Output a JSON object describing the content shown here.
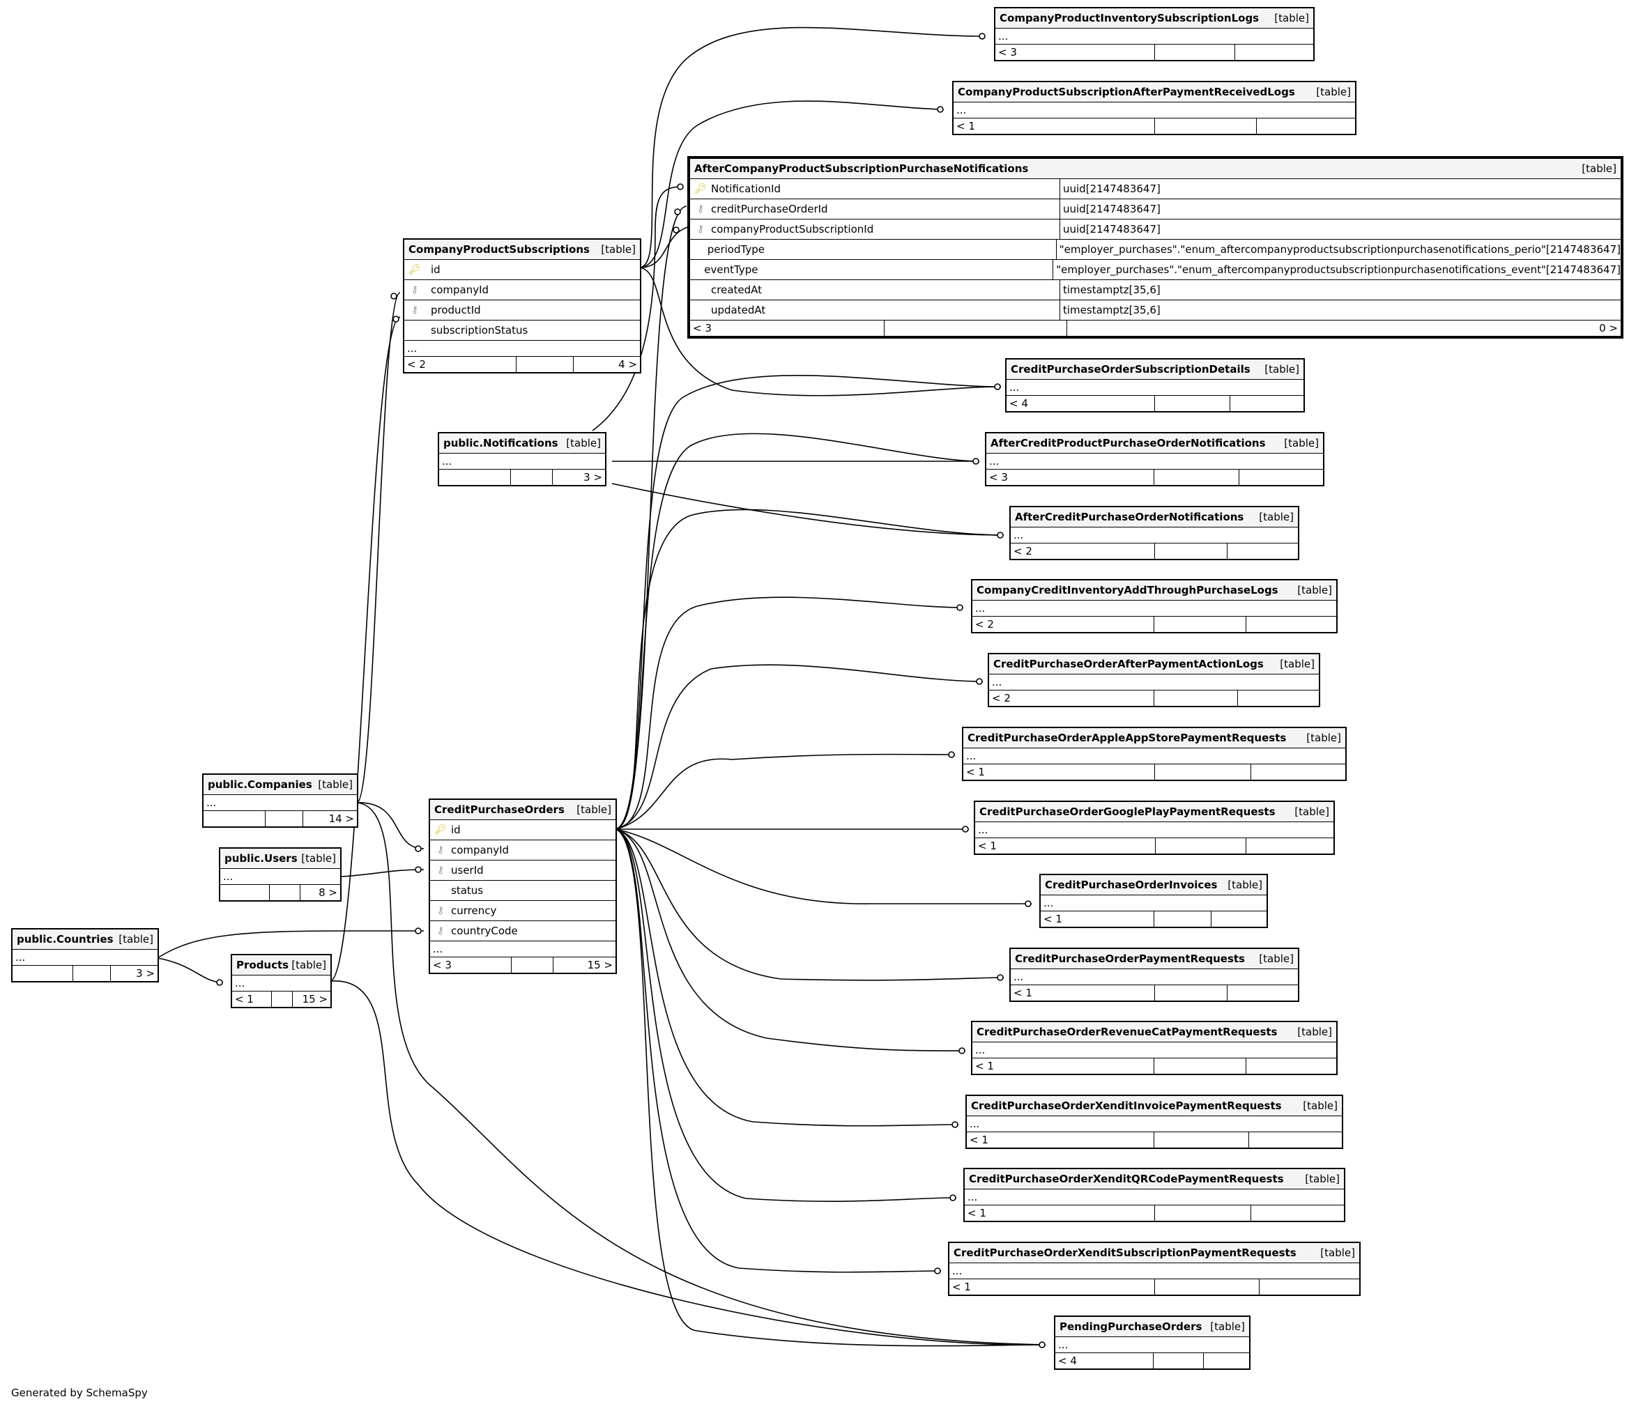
{
  "footer": "Generated by SchemaSpy",
  "tag": "[table]",
  "ellipsis": "...",
  "tables": {
    "cpisl": {
      "name": "CompanyProductInventorySubscriptionLogs",
      "prev": "< 3",
      "next": ""
    },
    "cpsaprl": {
      "name": "CompanyProductSubscriptionAfterPaymentReceivedLogs",
      "prev": "< 1",
      "next": ""
    },
    "acpspn": {
      "name": "AfterCompanyProductSubscriptionPurchaseNotifications",
      "prev": "< 3",
      "next": "0 >",
      "columns": [
        {
          "name": "NotificationId",
          "type": "uuid[2147483647]"
        },
        {
          "name": "creditPurchaseOrderId",
          "type": "uuid[2147483647]"
        },
        {
          "name": "companyProductSubscriptionId",
          "type": "uuid[2147483647]"
        },
        {
          "name": "periodType",
          "type": "\"employer_purchases\".\"enum_aftercompanyproductsubscriptionpurchasenotifications_perio\"[2147483647]"
        },
        {
          "name": "eventType",
          "type": "\"employer_purchases\".\"enum_aftercompanyproductsubscriptionpurchasenotifications_event\"[2147483647]"
        },
        {
          "name": "createdAt",
          "type": "timestamptz[35,6]"
        },
        {
          "name": "updatedAt",
          "type": "timestamptz[35,6]"
        }
      ]
    },
    "cps": {
      "name": "CompanyProductSubscriptions",
      "prev": "< 2",
      "next": "4 >",
      "columns": [
        {
          "name": "id"
        },
        {
          "name": "companyId"
        },
        {
          "name": "productId"
        },
        {
          "name": "subscriptionStatus"
        }
      ]
    },
    "notif": {
      "name": "public.Notifications",
      "prev": "",
      "next": "3 >"
    },
    "cposd": {
      "name": "CreditPurchaseOrderSubscriptionDetails",
      "prev": "< 4",
      "next": ""
    },
    "acppon": {
      "name": "AfterCreditProductPurchaseOrderNotifications",
      "prev": "< 3",
      "next": ""
    },
    "acpon": {
      "name": "AfterCreditPurchaseOrderNotifications",
      "prev": "< 2",
      "next": ""
    },
    "ccial": {
      "name": "CompanyCreditInventoryAddThroughPurchaseLogs",
      "prev": "< 2",
      "next": ""
    },
    "cpoapal": {
      "name": "CreditPurchaseOrderAfterPaymentActionLogs",
      "prev": "< 2",
      "next": ""
    },
    "cpoaasp": {
      "name": "CreditPurchaseOrderAppleAppStorePaymentRequests",
      "prev": "< 1",
      "next": ""
    },
    "cpogpp": {
      "name": "CreditPurchaseOrderGooglePlayPaymentRequests",
      "prev": "< 1",
      "next": ""
    },
    "cpoi": {
      "name": "CreditPurchaseOrderInvoices",
      "prev": "< 1",
      "next": ""
    },
    "cpopr": {
      "name": "CreditPurchaseOrderPaymentRequests",
      "prev": "< 1",
      "next": ""
    },
    "cporc": {
      "name": "CreditPurchaseOrderRevenueCatPaymentRequests",
      "prev": "< 1",
      "next": ""
    },
    "cpoxi": {
      "name": "CreditPurchaseOrderXenditInvoicePaymentRequests",
      "prev": "< 1",
      "next": ""
    },
    "cpoxq": {
      "name": "CreditPurchaseOrderXenditQRCodePaymentRequests",
      "prev": "< 1",
      "next": ""
    },
    "cpoxs": {
      "name": "CreditPurchaseOrderXenditSubscriptionPaymentRequests",
      "prev": "< 1",
      "next": ""
    },
    "ppo": {
      "name": "PendingPurchaseOrders",
      "prev": "< 4",
      "next": ""
    },
    "companies": {
      "name": "public.Companies",
      "prev": "",
      "next": "14 >"
    },
    "users": {
      "name": "public.Users",
      "prev": "",
      "next": "8 >"
    },
    "countries": {
      "name": "public.Countries",
      "prev": "",
      "next": "3 >"
    },
    "products": {
      "name": "Products",
      "prev": "< 1",
      "next": "15 >"
    },
    "cpo": {
      "name": "CreditPurchaseOrders",
      "prev": "< 3",
      "next": "15 >",
      "columns": [
        {
          "name": "id"
        },
        {
          "name": "companyId"
        },
        {
          "name": "userId"
        },
        {
          "name": "status"
        },
        {
          "name": "currency"
        },
        {
          "name": "countryCode"
        }
      ]
    }
  }
}
